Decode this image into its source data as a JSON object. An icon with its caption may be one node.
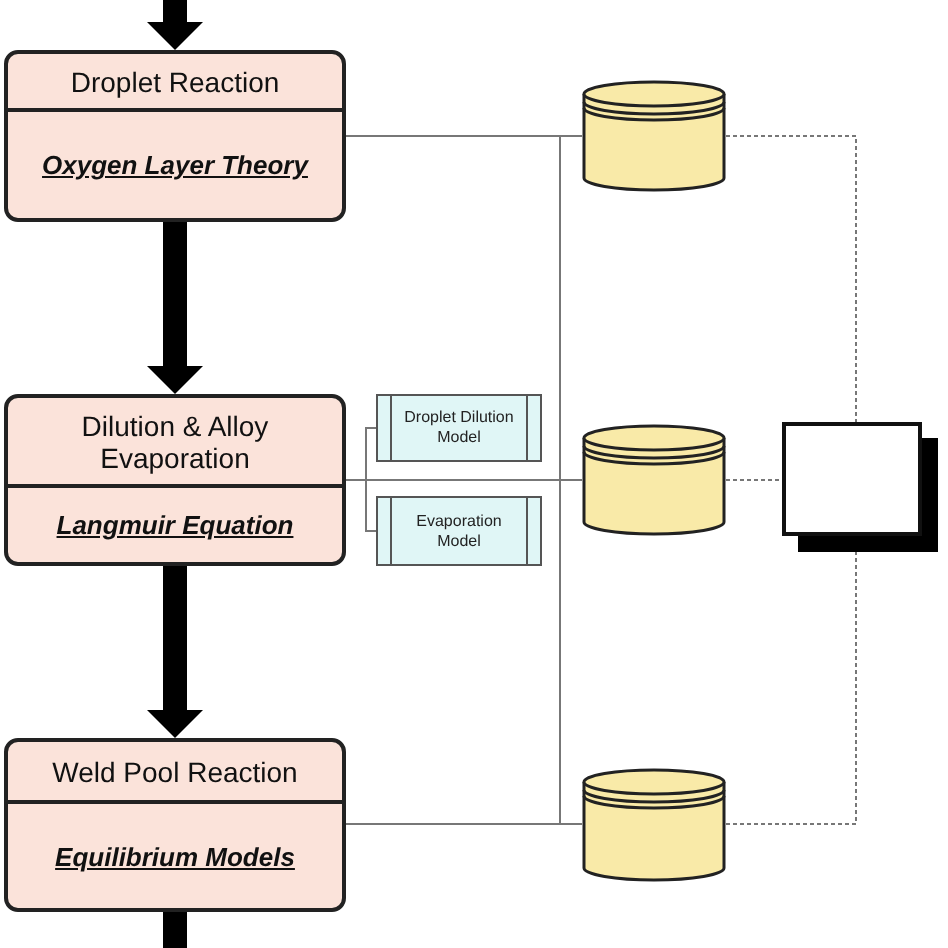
{
  "diagram": {
    "nodes": [
      {
        "text": [
          "Droplet Reaction",
          "Oxygen Layer Theory"
        ]
      },
      {
        "text": [],
        "shape": "cylinder"
      },
      {
        "text": [
          "Dilution & Alloy Evaporation",
          "Langmuir Equation"
        ]
      },
      {
        "text": [
          "Droplet Dilution Model"
        ]
      },
      {
        "text": [],
        "shape": "cylinder"
      },
      {
        "text": [],
        "shape": "box"
      },
      {
        "text": [
          "Evaporation Model"
        ]
      },
      {
        "text": [
          "Weld Pool Reaction",
          "Equilibrium Models"
        ]
      },
      {
        "text": [],
        "shape": "cylinder"
      }
    ],
    "edges": [
      {
        "from": null,
        "to": 0,
        "arrow": "to",
        "style": "thick",
        "color": "#000000"
      },
      {
        "from": 0,
        "to": 2,
        "arrow": "to",
        "style": "thick",
        "color": "#000000"
      },
      {
        "from": 2,
        "to": 7,
        "arrow": "to",
        "style": "thick",
        "color": "#000000"
      },
      {
        "from": 7,
        "to": null,
        "arrow": "none",
        "style": "thick",
        "color": "#000000"
      },
      {
        "from": 0,
        "to": 1,
        "arrow": "none"
      },
      {
        "from": 2,
        "to": 4,
        "arrow": "none"
      },
      {
        "from": 7,
        "to": 8,
        "arrow": "none"
      },
      {
        "from": 2,
        "to": 1,
        "arrow": "none"
      },
      {
        "from": 2,
        "to": 8,
        "arrow": "none"
      },
      {
        "from": 2,
        "to": 3,
        "arrow": "none"
      },
      {
        "from": 2,
        "to": 6,
        "arrow": "none"
      },
      {
        "from": 1,
        "to": 5,
        "arrow": "none",
        "style": "dashed"
      },
      {
        "from": 4,
        "to": 5,
        "arrow": "none",
        "style": "dashed"
      },
      {
        "from": 8,
        "to": 5,
        "arrow": "none",
        "style": "dashed"
      }
    ]
  }
}
